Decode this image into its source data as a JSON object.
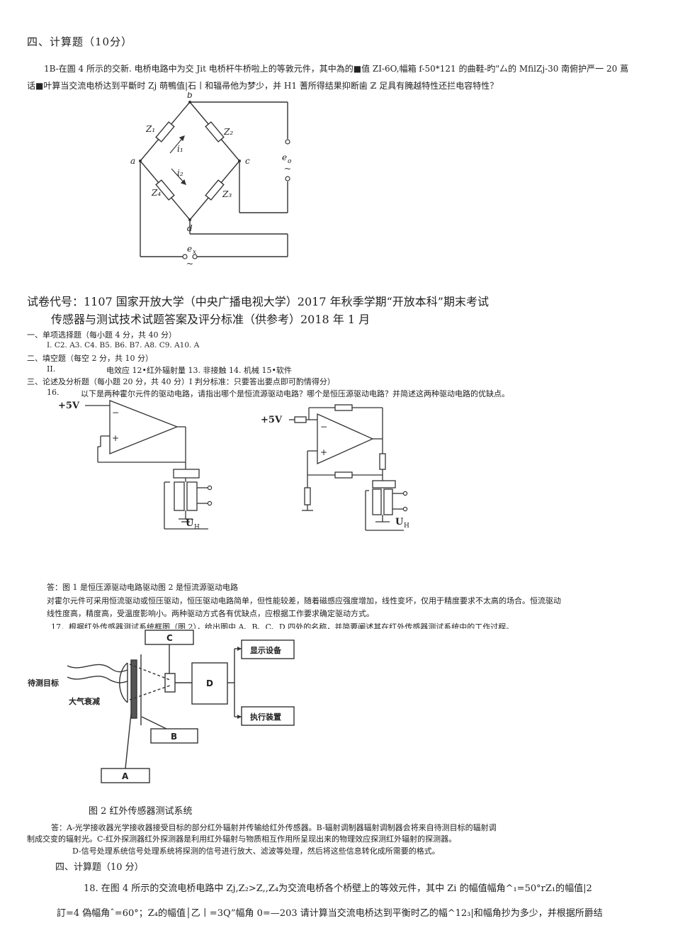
{
  "top": {
    "heading": "四、计算题（10分）",
    "para1": "1B-在圄 4 所示的交新. 电桥电路中为交 Jit 电桥杆牛桥啦上的等敦元件，其中為的■值 ZI-6O,幅箱 f-50*121 的曲鞋-旳\"厶的 MfilZj-30 南俯护严一 20 蔦",
    "para2": "话■叶算当交流电桥达到平斷时 Zj 萌鴨值|石丨和辐帚他为梦少，并 H1 蓍所得结果抑断歯 ℤ 足具有腌越特性还拦电容特性？",
    "bridge_labels": {
      "b": "b",
      "a": "a",
      "c": "c",
      "d": "d",
      "z1": "Z₁",
      "z2": "Z₂",
      "z3": "Z₃",
      "z4": "Z₄",
      "i1": "i₁",
      "i2": "i₂",
      "eo": "e",
      "eo_sub": "o",
      "ex": "e",
      "ex_sub": "x",
      "tilde": "~"
    }
  },
  "exam": {
    "title": "试卷代号：1107 国家开放大学（中央广播电视大学）2017 年秋季学期“开放本科”期末考试",
    "subtitle": "传感器与测试技术试题答案及评分标准（供参考）2018 年 1 月",
    "s1": "一、单项选择题（每小题 4 分，共 40 分）",
    "s1_ans": "I.  C2. A3. C4. B5. B6. B7. A8. C9. A10. A",
    "s2": "二、填空题（每空 2 分，共 10 分）",
    "s2_num": "II.",
    "s2_ans": "电效应 12•红外辐射量 13. 非接触 14. 机械 15•软件",
    "s3": "三、论述及分析题（每小题 20 分，共 40 分）I 判分标准：只要答出要点即可酌情得分）",
    "q16_num": "16.",
    "q16": "以下是两种霍尔元件的驱动电路，请指出哪个是恒流源驱动电路？哪个是恒压源驱动电路？并简述这两种驱动电路的优缺点。",
    "hall_labels": {
      "v1": "+5V",
      "v2": "+5V",
      "uh": "U",
      "uh_sub": "H",
      "minus": "−",
      "plus": "+"
    },
    "ans16_a": "答：图 1 是恒压源驱动电路驱动图 2 是恒流源驱动电路",
    "ans16_b": "对霍尔元件可采用恒流驱动或恒压驱动，恒压驱动电路简单，但性能较差，随着磁感应强度增加，线性变坏，仅用于精度要求不太高的场合。恒流驱动",
    "ans16_c": "线性度高，精度高，受温度影响小。两种驱动方式各有优缺点，应根据工作要求确定驱动方式。",
    "q17": "17．根据红外传感器测试系统框图（图 2），给出图中 A、B、C、D 四处的名称，并简要阐述其在红外传感器测试系统中的工作过程。",
    "ir_labels": {
      "target": "待测目标",
      "atmos": "大气衰减",
      "A": "A",
      "B": "B",
      "C": "C",
      "D": "D",
      "display": "显示设备",
      "exec": "执行装置"
    },
    "fig2_caption": "图 2 红外传感器测试系统",
    "ans17_a": "答：A-光学接收器光学接收器接受目标的部分红外辐射并传输给红外传感器。B-辐射调制器辐射调制器会将来自待测目标的辐射调",
    "ans17_b": "制成交变的辐射光。C-红外探测器红外探测器是利用红外辐射与物质相互作用所呈现出来的物理效应探测红外辐射的探测器。",
    "ans17_c": "D-信号处理系统信号处理系统将探测的信号进行放大、滤波等处理，然后将这些信息转化成所需要的格式。",
    "s4": "四、计算题（10 分）",
    "q18_a": "18.    在图 4 所示的交流电桥电路中 Zj,Z₂>Z,,Z₄为交流电桥各个桥壁上的等效元件，其中 Zi 的幅值幅角^₁=50°rZ₁的幅值|2",
    "q18_b": "訂=4 偽幅角ˆ=60°；Z₄的幅值│乙丨=3Q”幅角 0=—203 请计算当交流电桥达到平衡时乙的幅^12₃|和幅角抄为多少，并根据所爵结"
  }
}
